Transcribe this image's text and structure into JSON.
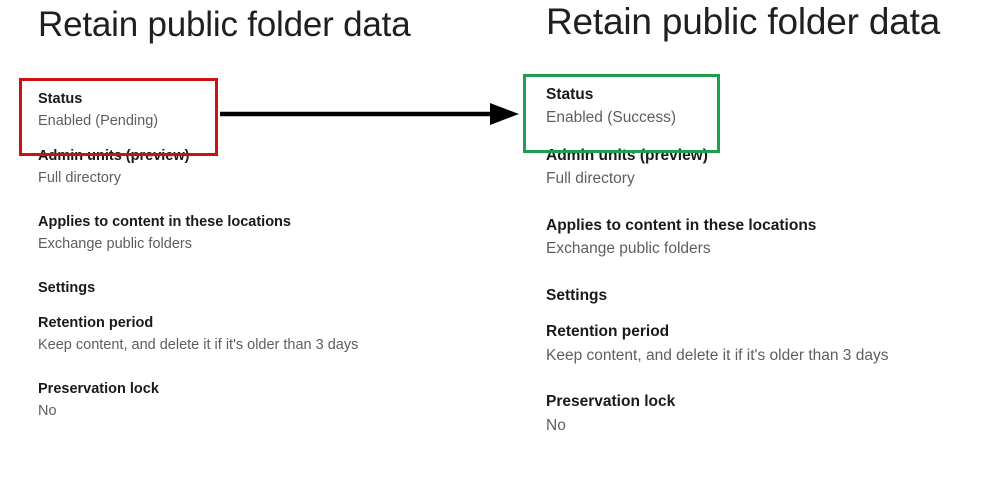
{
  "before": {
    "title": "Retain public folder data",
    "highlight_color": "#cc1111",
    "highlight_field": "Status",
    "fields": [
      {
        "label": "Status",
        "value": "Enabled (Pending)"
      },
      {
        "label": "Admin units (preview)",
        "value": "Full directory"
      },
      {
        "label": "Applies to content in these locations",
        "value": "Exchange public folders"
      },
      {
        "label": "Settings",
        "value": ""
      },
      {
        "label": "Retention period",
        "value": "Keep content, and delete it if it's older than 3 days"
      },
      {
        "label": "Preservation lock",
        "value": "No"
      }
    ]
  },
  "after": {
    "title": "Retain public folder data",
    "highlight_color": "#1e9e4e",
    "highlight_field": "Status",
    "fields": [
      {
        "label": "Status",
        "value": "Enabled (Success)"
      },
      {
        "label": "Admin units (preview)",
        "value": "Full directory"
      },
      {
        "label": "Applies to content in these locations",
        "value": "Exchange public folders"
      },
      {
        "label": "Settings",
        "value": ""
      },
      {
        "label": "Retention period",
        "value": "Keep content, and delete it if it's older than 3 days"
      },
      {
        "label": "Preservation lock",
        "value": "No"
      }
    ]
  },
  "arrow": {
    "icon": "right-arrow-icon",
    "color": "#000000",
    "direction": "right"
  }
}
